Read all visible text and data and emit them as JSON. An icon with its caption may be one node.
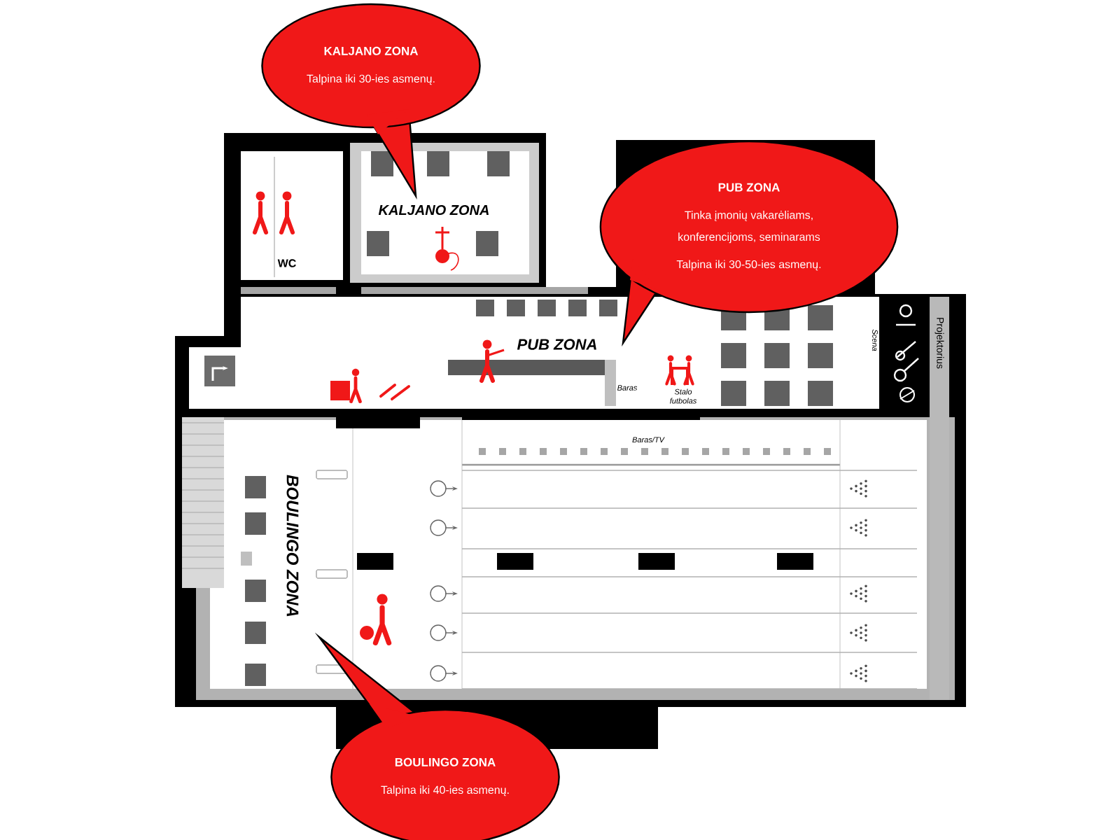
{
  "diagram": {
    "nodes": [
      {
        "text": [
          "KALJANO ZONA",
          "Talpina iki 30-ies asmenų."
        ]
      },
      {
        "text": [
          "PUB ZONA",
          "Tinka įmonių vakarėliams, konferencijoms, seminarams",
          "Talpina iki 30-50-ies asmenų."
        ]
      },
      {
        "text": [
          "BOULINGO ZONA",
          "Talpina iki 40-ies asmenų."
        ]
      }
    ],
    "labels": [
      "KALJANO ZONA",
      "WC",
      "PUB ZONA",
      "Baras",
      "Stalo futbolas",
      "Scena",
      "Projektorius",
      "Baras/TV",
      "BOULINGO ZONA"
    ]
  }
}
